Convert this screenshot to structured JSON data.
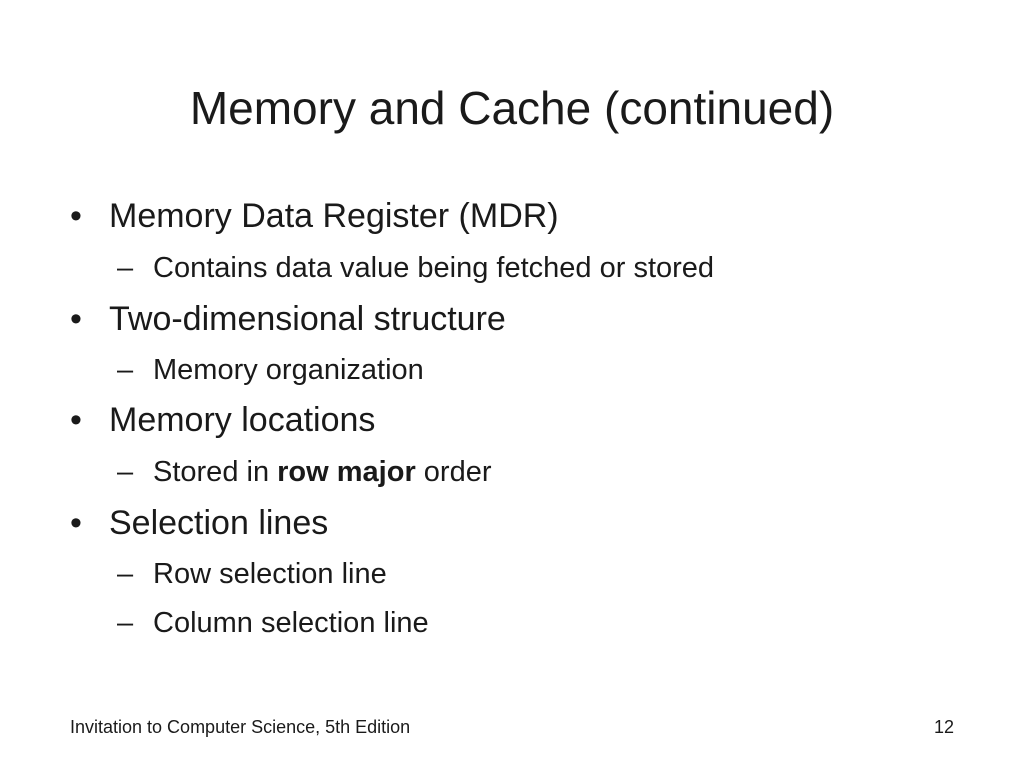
{
  "slide": {
    "title": "Memory and Cache (continued)",
    "bullet_marker": "•",
    "sub_marker": "–",
    "items": [
      {
        "text": "Memory Data Register (MDR)",
        "subs": [
          "Contains data value being fetched or stored"
        ]
      },
      {
        "text": "Two-dimensional structure",
        "subs": [
          "Memory organization"
        ]
      },
      {
        "text": "Memory locations",
        "subs": [
          {
            "before": "Stored in ",
            "bold": "row major",
            "after": " order"
          }
        ]
      },
      {
        "text": "Selection lines",
        "subs": [
          "Row selection line",
          "Column selection line"
        ]
      }
    ]
  },
  "footer": {
    "source": "Invitation to Computer Science, 5th Edition",
    "page_number": "12"
  }
}
